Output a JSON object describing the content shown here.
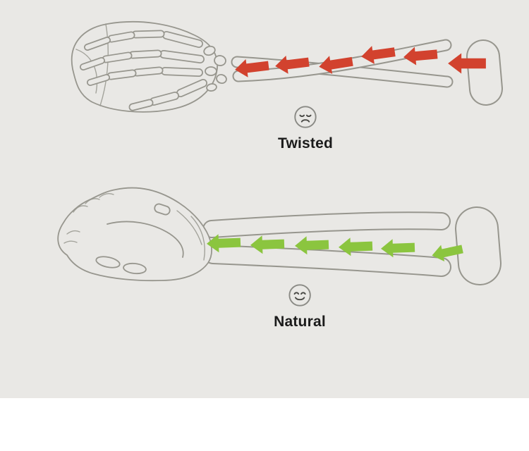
{
  "page": {
    "background_top": "#e9e8e5",
    "background_bottom": "#ffffff",
    "artwork_line_color": "#97968e",
    "text_color": "#1b1b1b"
  },
  "sections": [
    {
      "id": "twisted",
      "label": "Twisted",
      "face_icon": "sad-face-icon",
      "arrow_color": "#d2422e",
      "arrow_direction": "left",
      "arrow_count": 6,
      "illustration": "skeleton hand on flat mouse, crossed (pronated) forearm bones"
    },
    {
      "id": "natural",
      "label": "Natural",
      "face_icon": "happy-face-icon",
      "arrow_color": "#8bc53f",
      "arrow_direction": "left",
      "arrow_count": 6,
      "illustration": "hand on vertical ergonomic mouse, parallel forearm bones"
    }
  ]
}
